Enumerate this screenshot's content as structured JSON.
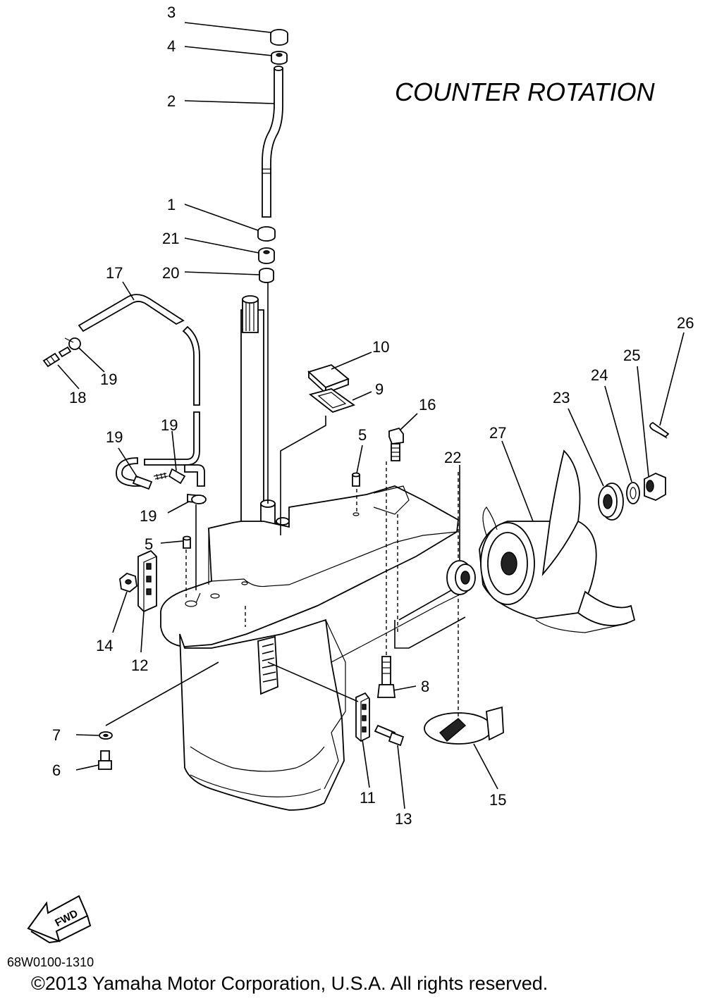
{
  "title": "COUNTER  ROTATION",
  "diagram_code": "68W0100-1310",
  "copyright": "©2013 Yamaha Motor Corporation, U.S.A. All rights reserved.",
  "fwd_label": "FWD",
  "callouts": {
    "c1": "1",
    "c2": "2",
    "c3": "3",
    "c4": "4",
    "c5a": "5",
    "c5b": "5",
    "c6": "6",
    "c7": "7",
    "c8": "8",
    "c9": "9",
    "c10": "10",
    "c11": "11",
    "c12": "12",
    "c13": "13",
    "c14": "14",
    "c15": "15",
    "c16": "16",
    "c17": "17",
    "c18": "18",
    "c19a": "19",
    "c19b": "19",
    "c19c": "19",
    "c19d": "19",
    "c20": "20",
    "c21": "21",
    "c22": "22",
    "c23": "23",
    "c24": "24",
    "c25": "25",
    "c26": "26",
    "c27": "27"
  }
}
